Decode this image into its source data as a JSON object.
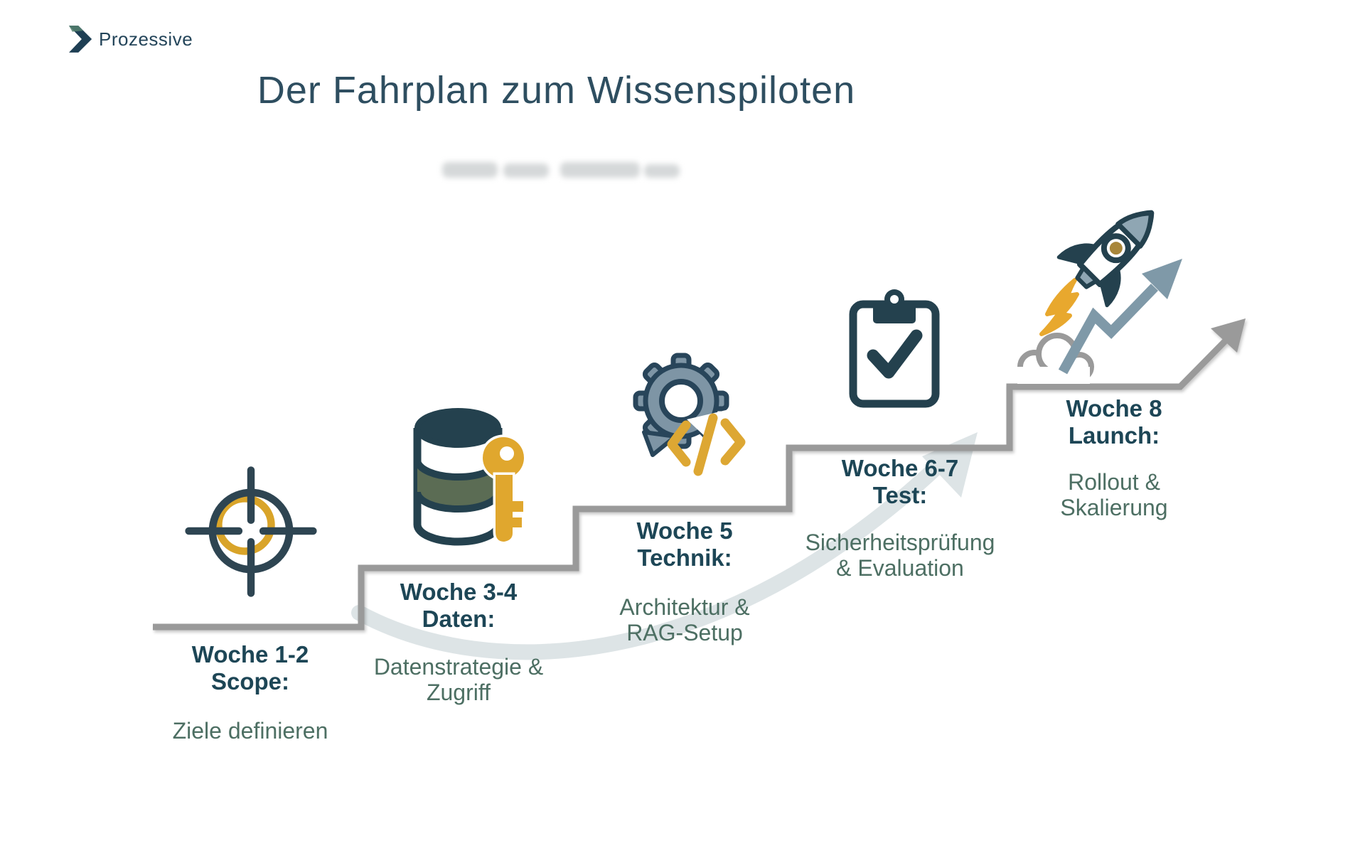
{
  "logo": {
    "name": "Prozessive"
  },
  "title": "Der Fahrplan zum Wissenspiloten",
  "steps": [
    {
      "icon": "target-icon",
      "label": "Woche 1-2\nScope:",
      "description": "Ziele definieren"
    },
    {
      "icon": "database-key-icon",
      "label": "Woche 3-4\nDaten:",
      "description": "Datenstrategie &\nZugriff"
    },
    {
      "icon": "gear-code-icon",
      "label": "Woche 5\nTechnik:",
      "description": "Architektur &\nRAG-Setup"
    },
    {
      "icon": "clipboard-check-icon",
      "label": "Woche 6-7\nTest:",
      "description": "Sicherheitsprüfung\n& Evaluation"
    },
    {
      "icon": "rocket-icon",
      "label": "Woche 8\nLaunch:",
      "description": "Rollout &\nSkalierung"
    }
  ],
  "colors": {
    "navy": "#24414e",
    "title_slate": "#2e4e60",
    "label_teal": "#1d4656",
    "desc_green": "#4d6f63",
    "gold": "#dda733",
    "gear_blue_gray": "#7e95a5",
    "olive_band": "#5b6c54",
    "stair_gray": "#9a9a9a",
    "swoosh_light": "#dde4e6",
    "rocket_nose": "#8fa6b3"
  }
}
